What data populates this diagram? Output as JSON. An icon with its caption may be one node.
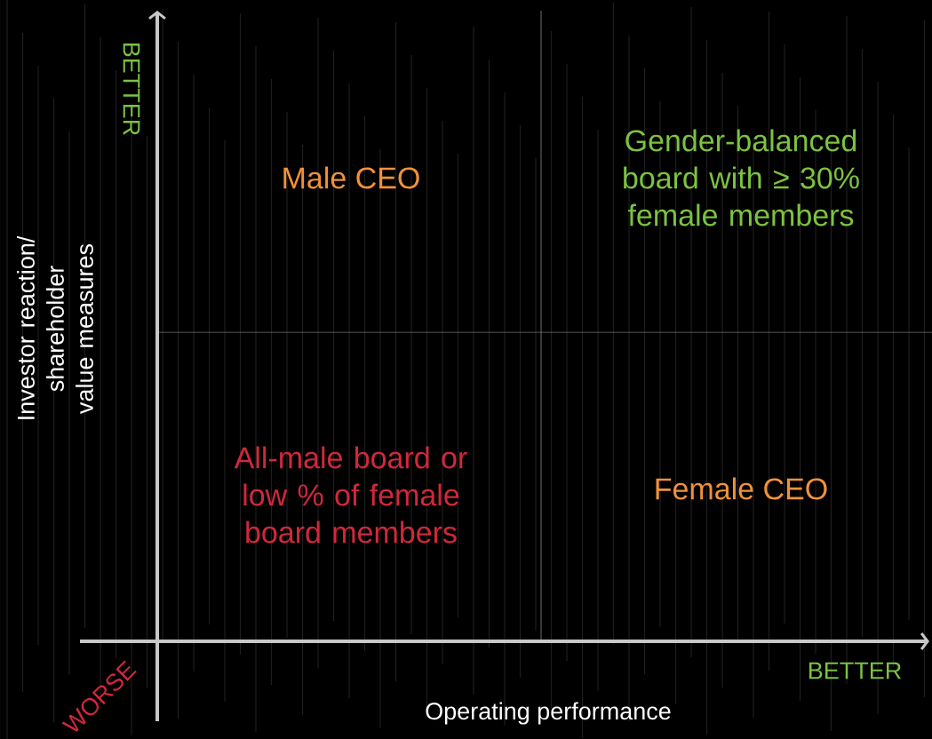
{
  "diagram": {
    "labels": [
      "BETTER",
      "Male CEO",
      "Gender-balanced board with ≥ 30% female members",
      "Investor reaction/ shareholder value measures",
      "All-male board or low % of female board members",
      "Female CEO",
      "BETTER",
      "WORSE",
      "Operating performance"
    ]
  }
}
